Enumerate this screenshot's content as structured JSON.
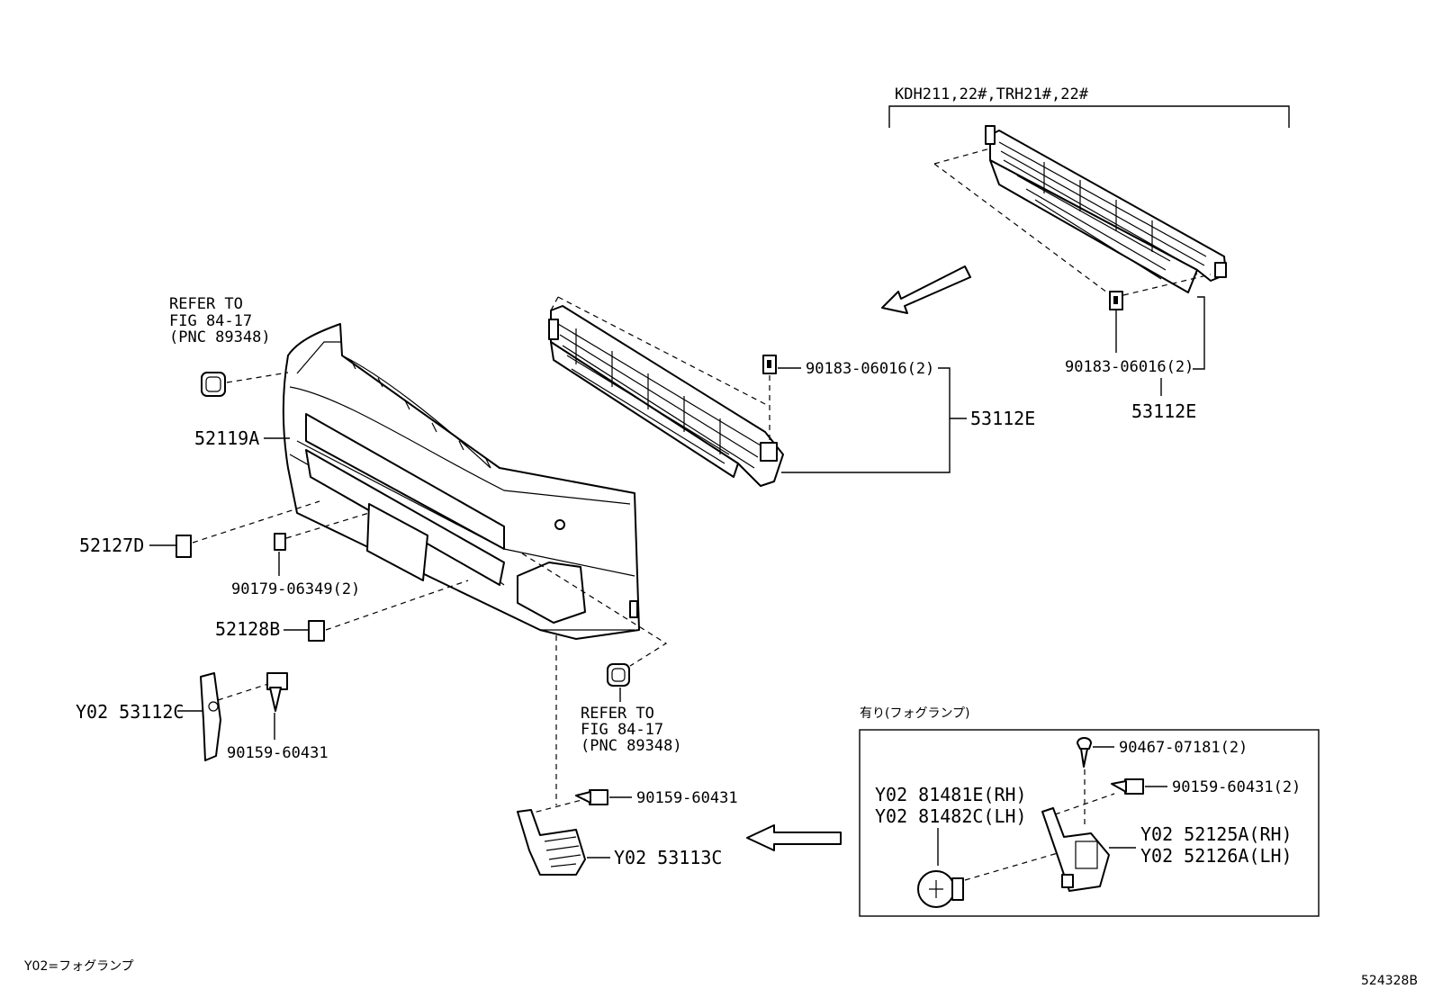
{
  "variant_header": "KDH211,22#,TRH21#,22#",
  "refer_upper": {
    "line1": "REFER TO",
    "line2": "FIG 84-17",
    "line3": "(PNC 89348)"
  },
  "refer_lower": {
    "line1": "REFER TO",
    "line2": "FIG 84-17",
    "line3": "(PNC 89348)"
  },
  "parts": {
    "bumper_cover": "52119A",
    "cover_52127d": "52127D",
    "clip_90179": "90179-06349(2)",
    "cover_52128b": "52128B",
    "bracket_lh": "Y02 53112C",
    "bolt_lh": "90159-60431",
    "grille_center_clip": "90183-06016(2)",
    "grille_center": "53112E",
    "grille_variant_clip": "90183-06016(2)",
    "grille_variant": "53112E",
    "bolt_foglamp_cover": "90159-60431",
    "foglamp_cover": "Y02 53113C",
    "fog_box_title": "有り(フォグランプ)",
    "fog_clip": "90467-07181(2)",
    "fog_bolt": "90159-60431(2)",
    "fog_lamp_rh": "Y02 81481E(RH)",
    "fog_lamp_lh": "Y02 81482C(LH)",
    "fog_bracket_rh": "Y02 52125A(RH)",
    "fog_bracket_lh": "Y02 52126A(LH)"
  },
  "legend_note": "Y02=フォグランプ",
  "figure_code": "524328B",
  "icons": [
    "arrow-left-icon",
    "arrow-down-left-icon"
  ]
}
